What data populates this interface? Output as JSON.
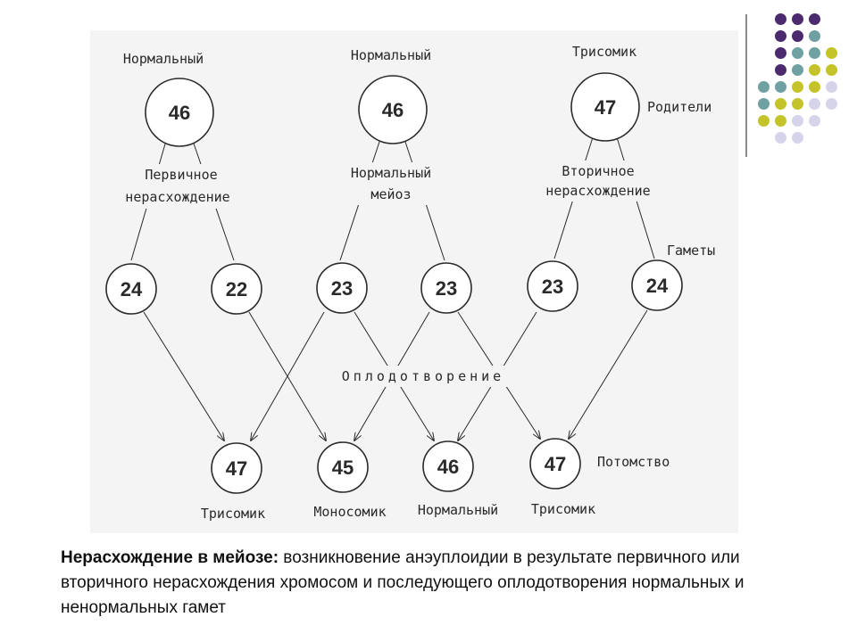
{
  "diagram": {
    "parents": [
      {
        "label": "Нормальный",
        "value": "46"
      },
      {
        "label": "Нормальный",
        "value": "46"
      },
      {
        "label": "Трисомик",
        "value": "47"
      }
    ],
    "parents_row_label": "Родители",
    "meiosis_labels": [
      {
        "line1": "Первичное",
        "line2": "нерасхождение"
      },
      {
        "line1": "Нормальный",
        "line2": "мейоз"
      },
      {
        "line1": "Вторичное",
        "line2": "нерасхождение"
      }
    ],
    "gametes": [
      "24",
      "22",
      "23",
      "23",
      "23",
      "24"
    ],
    "gametes_row_label": "Гаметы",
    "fertilization_label": "Оплодотворение",
    "offspring": [
      {
        "value": "47",
        "label": "Трисомик"
      },
      {
        "value": "45",
        "label": "Моносомик"
      },
      {
        "value": "46",
        "label": "Нормальный"
      },
      {
        "value": "47",
        "label": "Трисомик"
      }
    ],
    "offspring_row_label": "Потомство"
  },
  "caption": {
    "bold": "Нерасхождение в мейозе:",
    "text": " возникновение анэуплоидии в результате первичного или вторичного нерасхождения хромосом и последующего оплодотворения нормальных и ненормальных гамет"
  },
  "decor": {
    "dot_colors": {
      "purple": "#4b2a6e",
      "teal": "#6fa0a2",
      "olive": "#c4c42a",
      "lavender": "#d6d4ea"
    },
    "panel_color": "#f4f4f4"
  }
}
